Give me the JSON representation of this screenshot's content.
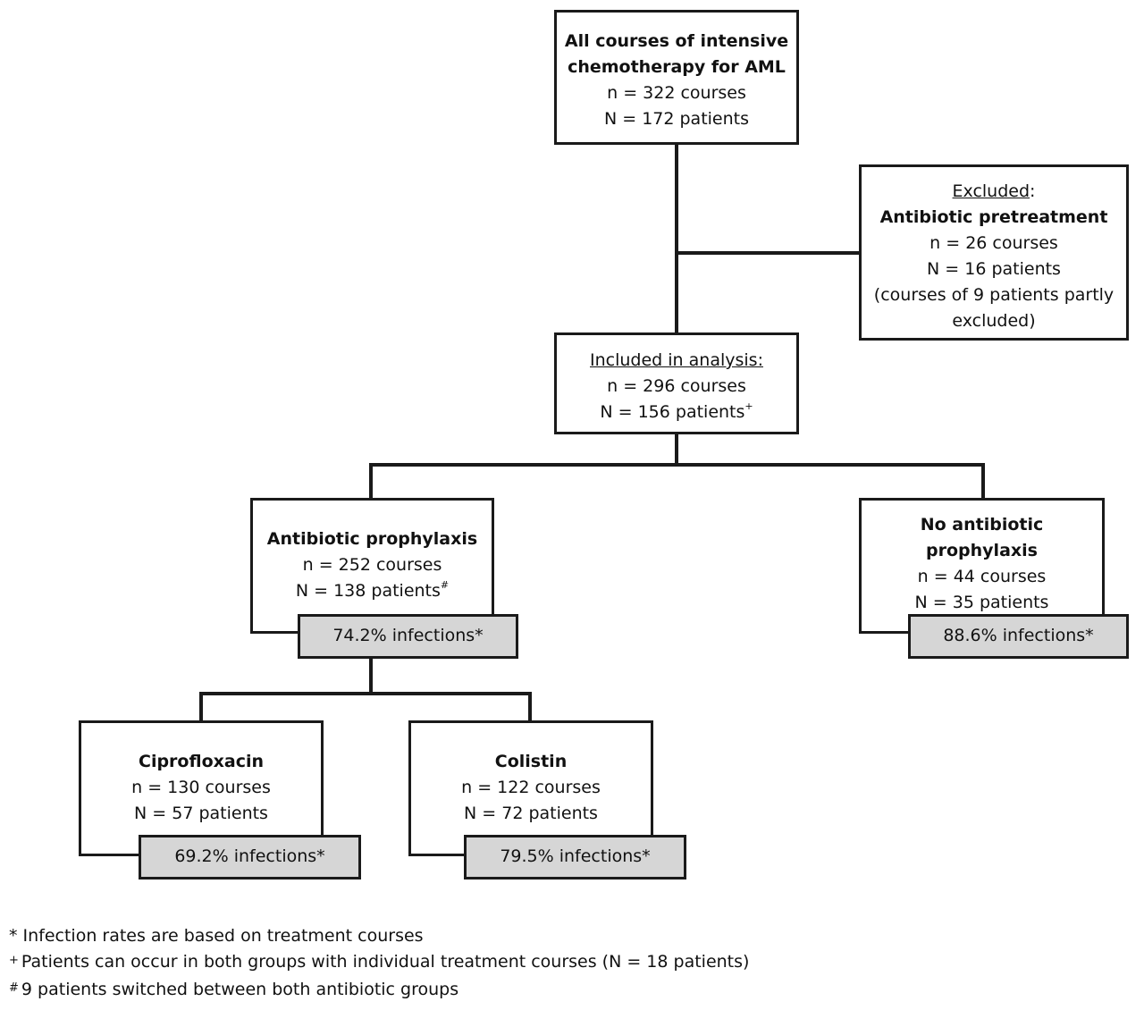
{
  "nodes": {
    "all_courses": {
      "title_line1": "All courses of intensive",
      "title_line2": "chemotherapy for AML",
      "courses": "n = 322 courses",
      "patients": "N = 172 patients"
    },
    "excluded": {
      "label": "Excluded",
      "label_suffix": ":",
      "title": "Antibiotic pretreatment",
      "courses": "n = 26 courses",
      "patients": "N = 16 patients",
      "note_line1": "(courses of 9 patients partly",
      "note_line2": "excluded)"
    },
    "included": {
      "label": "Included in analysis:",
      "courses": "n = 296 courses",
      "patients": "N = 156 patients",
      "patients_mark": "+"
    },
    "prophylaxis": {
      "title": "Antibiotic prophylaxis",
      "courses": "n = 252 courses",
      "patients": "N = 138 patients",
      "patients_mark": "#",
      "infections": "74.2% infections*"
    },
    "no_prophylaxis": {
      "title_line1": "No antibiotic",
      "title_line2": "prophylaxis",
      "courses": "n = 44 courses",
      "patients": "N = 35 patients",
      "infections": "88.6% infections*"
    },
    "ciprofloxacin": {
      "title": "Ciprofloxacin",
      "courses": "n = 130 courses",
      "patients": "N = 57 patients",
      "infections": "69.2% infections*"
    },
    "colistin": {
      "title": "Colistin",
      "courses": "n = 122 courses",
      "patients": "N = 72 patients",
      "infections": "79.5% infections*"
    }
  },
  "footnotes": [
    {
      "mark": "*",
      "text": "Infection rates are based on treatment courses"
    },
    {
      "mark": "+",
      "text": "Patients can occur in both groups with individual treatment courses (N = 18 patients)"
    },
    {
      "mark": "#",
      "text": "9 patients switched between both antibiotic groups"
    }
  ],
  "colors": {
    "border": "#1a1a1a",
    "infection_fill": "#d6d6d6",
    "background": "#ffffff"
  }
}
